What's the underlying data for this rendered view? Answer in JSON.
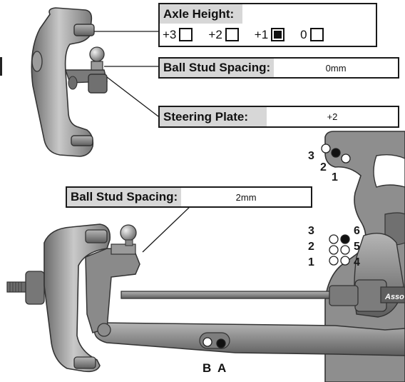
{
  "axle_height": {
    "label": "Axle Height:",
    "options": [
      {
        "label": "+3",
        "selected": false
      },
      {
        "label": "+2",
        "selected": false
      },
      {
        "label": "+1",
        "selected": true
      },
      {
        "label": "0",
        "selected": false
      }
    ]
  },
  "ball_stud_top": {
    "label": "Ball Stud Spacing:",
    "value": "0mm"
  },
  "steering_plate": {
    "label": "Steering Plate:",
    "value": "+2"
  },
  "ball_stud_bottom": {
    "label": "Ball Stud Spacing:",
    "value": "2mm"
  },
  "plate_upper_holes": {
    "labels": [
      "3",
      "2",
      "1"
    ]
  },
  "plate_lower_holes": {
    "left_labels": [
      "3",
      "2",
      "1"
    ],
    "right_labels": [
      "6",
      "5",
      "4"
    ]
  },
  "steering_arm_holes": {
    "labels": [
      "B",
      "A"
    ]
  },
  "brand_text": "Asso",
  "colors": {
    "part": "#8c8c8c",
    "part_dark": "#5a5a5a",
    "part_light": "#c4c4c4",
    "label_bg": "#d7d7d7"
  }
}
